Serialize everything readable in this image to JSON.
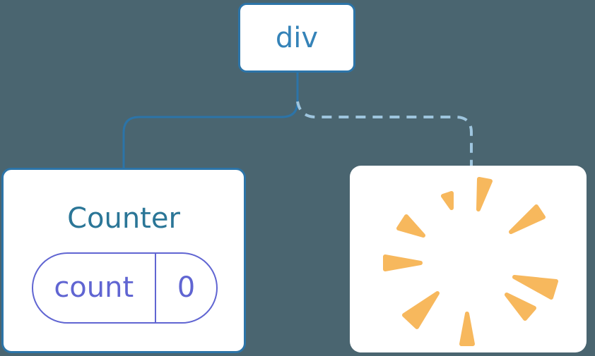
{
  "colors": {
    "background": "#4a6570",
    "card": "#ffffff",
    "solid_line": "#2c74a8",
    "dashed_line": "#9ec5de",
    "div_label": "#3583b8",
    "counter_label": "#2b7697",
    "state_purple": "#6065d2",
    "poof": "#f7b85d"
  },
  "tree": {
    "root": {
      "label": "div"
    },
    "children": [
      {
        "label": "Counter",
        "connector": "solid",
        "state": {
          "key": "count",
          "value": "0"
        }
      },
      {
        "icon": "poof-icon",
        "connector": "dashed"
      }
    ]
  }
}
